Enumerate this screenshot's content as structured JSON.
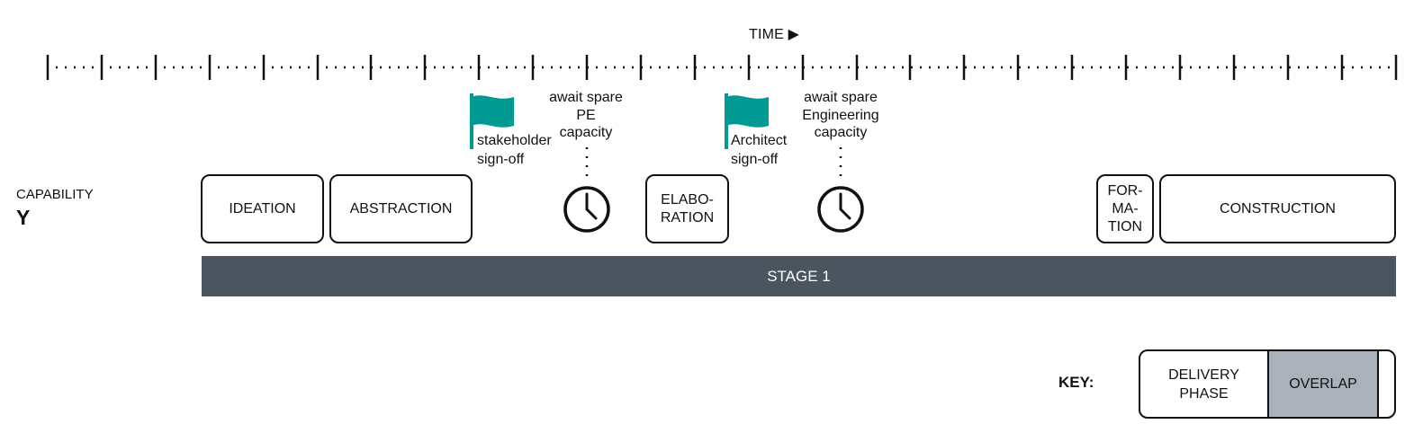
{
  "time_label": "TIME ▶",
  "capability": {
    "label": "CAPABILITY",
    "id": "Y"
  },
  "phases": {
    "ideation": "IDEATION",
    "abstraction": "ABSTRACTION",
    "elaboration_1": "ELABO-",
    "elaboration_2": "RATION",
    "formation_1": "FOR-",
    "formation_2": "MA-",
    "formation_3": "TION",
    "construction": "CONSTRUCTION"
  },
  "stage": "STAGE 1",
  "milestones": {
    "stakeholder_1": "stakeholder",
    "stakeholder_2": "sign-off",
    "architect_1": "Architect",
    "architect_2": "sign-off"
  },
  "waits": {
    "pe_1": "await spare",
    "pe_2": "PE",
    "pe_3": "capacity",
    "eng_1": "await spare",
    "eng_2": "Engineering",
    "eng_3": "capacity"
  },
  "key": {
    "label": "KEY:",
    "delivery_1": "DELIVERY",
    "delivery_2": "PHASE",
    "overlap": "OVERLAP"
  },
  "colors": {
    "flag": "#009a92",
    "stage": "#4a5560",
    "overlap": "#abb1bb"
  },
  "icons": {
    "flag": "flag-icon",
    "clock": "clock-icon"
  }
}
